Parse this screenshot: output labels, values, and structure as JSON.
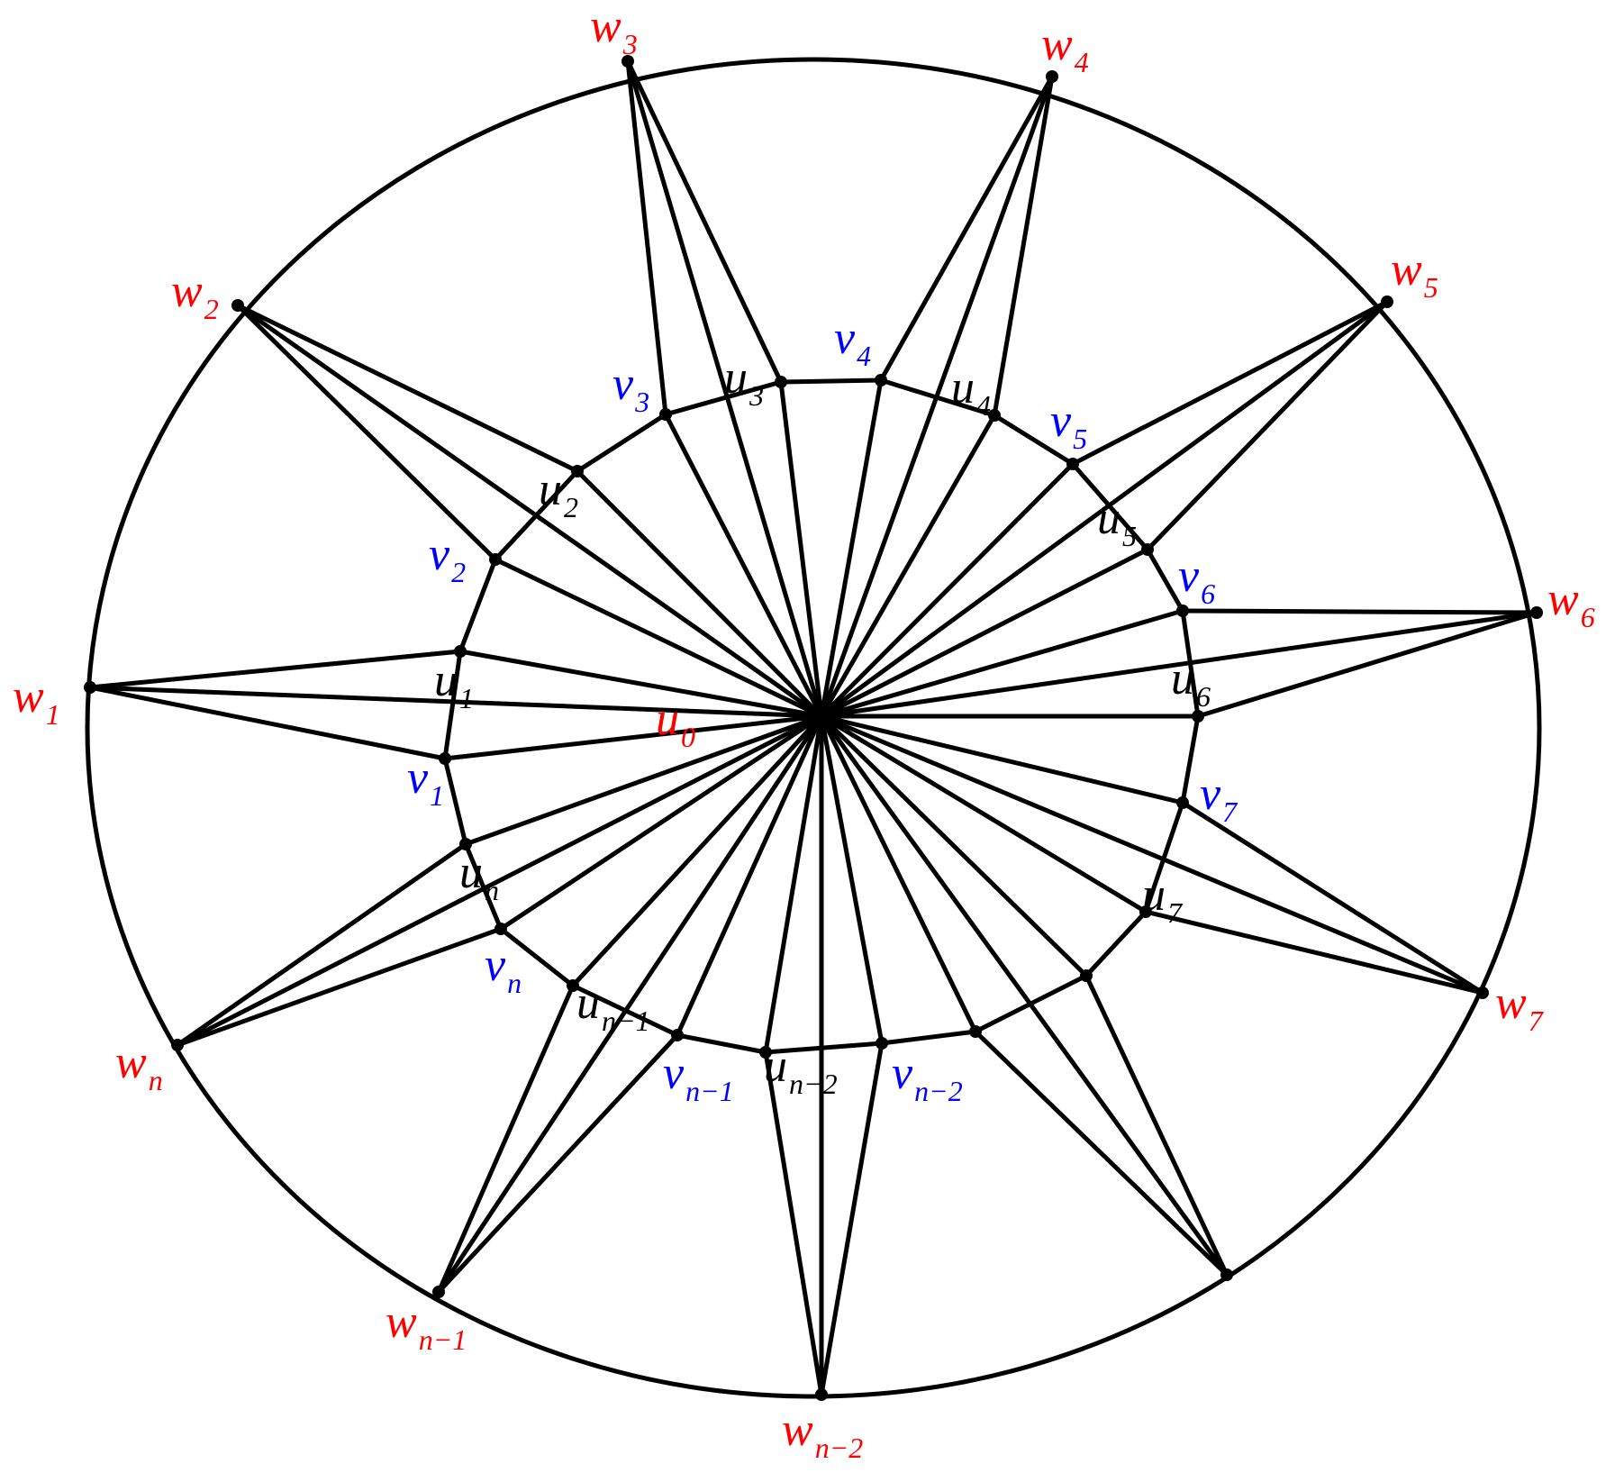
{
  "colors": {
    "edge": "#000000",
    "vertex": "#000000",
    "hub_label": "#ff0000",
    "u_label": "#000000",
    "v_label": "#0000ff",
    "w_label": "#ff0000"
  },
  "labels": {
    "u0": {
      "base": "u",
      "sub": "0"
    },
    "u1": {
      "base": "u",
      "sub": "1"
    },
    "u2": {
      "base": "u",
      "sub": "2"
    },
    "u3": {
      "base": "u",
      "sub": "3"
    },
    "u4": {
      "base": "u",
      "sub": "4"
    },
    "u5": {
      "base": "u",
      "sub": "5"
    },
    "u6": {
      "base": "u",
      "sub": "6"
    },
    "u7": {
      "base": "u",
      "sub": "7"
    },
    "un": {
      "base": "u",
      "sub": "n"
    },
    "un1": {
      "base": "u",
      "sub": "n−1"
    },
    "un2": {
      "base": "u",
      "sub": "n−2"
    },
    "v1": {
      "base": "v",
      "sub": "1"
    },
    "v2": {
      "base": "v",
      "sub": "2"
    },
    "v3": {
      "base": "v",
      "sub": "3"
    },
    "v4": {
      "base": "v",
      "sub": "4"
    },
    "v5": {
      "base": "v",
      "sub": "5"
    },
    "v6": {
      "base": "v",
      "sub": "6"
    },
    "v7": {
      "base": "v",
      "sub": "7"
    },
    "vn": {
      "base": "v",
      "sub": "n"
    },
    "vn1": {
      "base": "v",
      "sub": "n−1"
    },
    "vn2": {
      "base": "v",
      "sub": "n−2"
    },
    "w1": {
      "base": "w",
      "sub": "1"
    },
    "w2": {
      "base": "w",
      "sub": "2"
    },
    "w3": {
      "base": "w",
      "sub": "3"
    },
    "w4": {
      "base": "w",
      "sub": "4"
    },
    "w5": {
      "base": "w",
      "sub": "5"
    },
    "w6": {
      "base": "w",
      "sub": "6"
    },
    "w7": {
      "base": "w",
      "sub": "7"
    },
    "wn": {
      "base": "w",
      "sub": "n"
    },
    "wn1": {
      "base": "w",
      "sub": "n−1"
    },
    "wn2": {
      "base": "w",
      "sub": "n−2"
    }
  }
}
